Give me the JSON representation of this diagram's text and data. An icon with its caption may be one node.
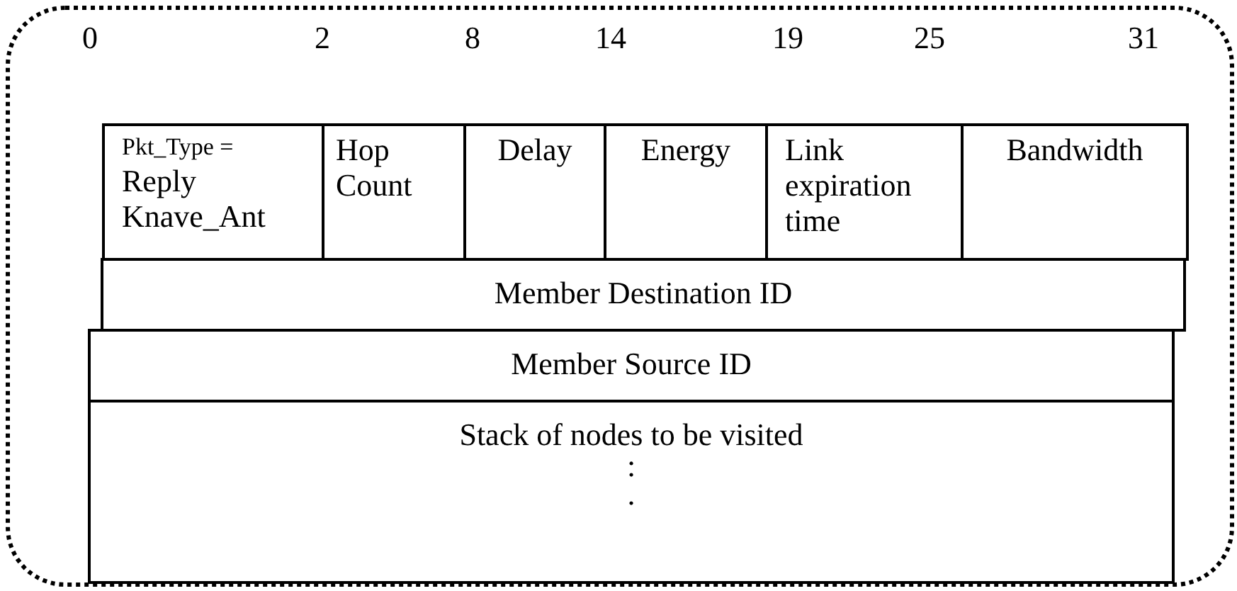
{
  "diagram": {
    "nodes": [
      {
        "text": [
          "Pkt_Type =",
          "Reply Knave_Ant"
        ]
      },
      {
        "text": [
          "Hop Count"
        ]
      },
      {
        "text": [
          "Delay"
        ]
      },
      {
        "text": [
          "Energy"
        ]
      },
      {
        "text": [
          "Link expiration time"
        ]
      },
      {
        "text": [
          "Bandwidth"
        ]
      },
      {
        "text": [
          "Member Destination ID"
        ]
      },
      {
        "text": [
          "Member Source ID"
        ]
      },
      {
        "text": [
          "Stack of nodes to be visited",
          ":",
          "."
        ]
      }
    ],
    "labels": [
      "0",
      "2",
      "8",
      "14",
      "19",
      "25",
      "31"
    ]
  }
}
